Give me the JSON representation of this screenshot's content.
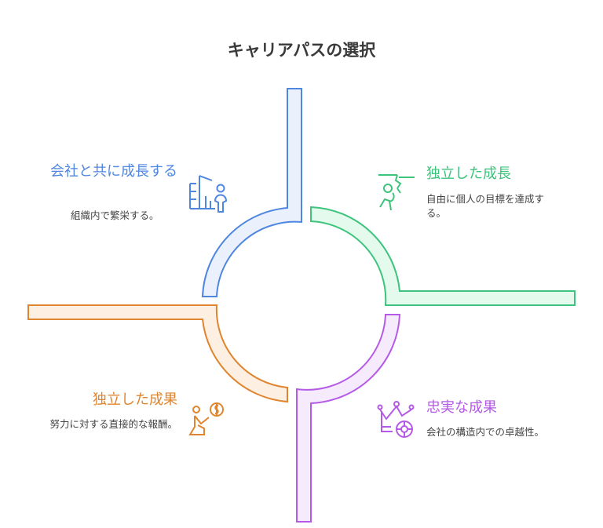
{
  "title": "キャリアパスの選択",
  "colors": {
    "blue": "#4f86e0",
    "green": "#3cc47c",
    "purple": "#b55ae6",
    "orange": "#e0852f"
  },
  "items": [
    {
      "heading": "会社と共に成長する",
      "desc": "組織内で繁栄する。",
      "icon": "corporate-growth-icon"
    },
    {
      "heading": "独立した成長",
      "desc": "自由に個人の目標を達成する。",
      "icon": "climbing-person-icon"
    },
    {
      "heading": "独立した成果",
      "desc": "努力に対する直接的な報酬。",
      "icon": "person-reaching-money-icon"
    },
    {
      "heading": "忠実な成果",
      "desc": "会社の構造内での卓越性。",
      "icon": "crown-icon"
    }
  ]
}
